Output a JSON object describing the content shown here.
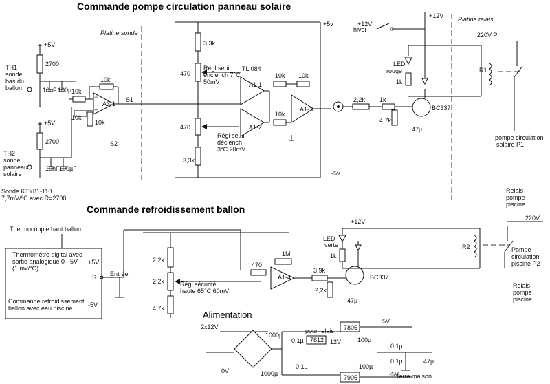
{
  "titles": {
    "main": "Commande pompe circulation panneau solaire",
    "cooling": "Commande refroidissement ballon",
    "power": "Alimentation"
  },
  "boards": {
    "sensor": "Platine sonde",
    "relay": "Platine relais"
  },
  "rails": {
    "p5": "+5V",
    "p5b": "+5V",
    "p5v": "+5v",
    "m5v": "-5v",
    "p12": "+12V",
    "p12b": "+12V",
    "p12w": "+12V"
  },
  "sensor_th1": {
    "title": "TH1",
    "l2": "sonde",
    "l3": "bas du",
    "l4": "ballon"
  },
  "sensor_th2": {
    "title": "TH2",
    "l2": "sonde",
    "l3": "panneau",
    "l4": "solaire"
  },
  "sensor_note": {
    "l1": "Sonde KTY81-110",
    "l2": "7,7mV/°C avec R=2700"
  },
  "components": {
    "r2700a": "2700",
    "r2700b": "2700",
    "c10na": "10nF",
    "c100ua": "100µ",
    "c10nb": "10nF",
    "c100ub": "100µF",
    "r10k1": "10k",
    "r10k2": "10k",
    "r10k3": "10k",
    "r10k4": "10k",
    "a3": "A3-1",
    "s1": "S1",
    "s2": "S2",
    "r33ka": "3,3k",
    "r470a": "470",
    "r470b": "470",
    "r33kb": "3,3k",
    "tl084": "TL 084",
    "a11": "A1-1",
    "a12": "A1-2",
    "a13": "A1-3",
    "r10k5": "10k",
    "r10k6": "10k",
    "r10k7": "10k",
    "r22k": "2,2k",
    "r1k": "1k",
    "r47k": "4,7k",
    "c47u": "47µ",
    "bc337": "BC337",
    "ledr": "LED",
    "ledr2": "rouge",
    "r1kled": "1k",
    "relay1": "R1",
    "hiver": "hiver",
    "ph220": "220V Ph",
    "pump1a": "pompe circulation",
    "pump1b": "solaire P1"
  },
  "thresholds": {
    "on1": "Régl seuil",
    "on2": "enclench 7°C",
    "on3": "50mV",
    "off1": "Régl seuil",
    "off2": "déclench",
    "off3": "3°C 20mV"
  },
  "cooling": {
    "thermo_label": "Thermocouple haut ballon",
    "disp1": "Thermomètre digital avec",
    "disp2": "sortie analogique 0 - 5V",
    "disp3": "(1 mv/°C)",
    "cmd1": "Commande refroidissement",
    "cmd2": "ballon avec eau piscine",
    "p5v": "+5V",
    "s": "S",
    "m5v": "-5V",
    "entree": "Entrée",
    "r22ka": "2,2k",
    "r22kb": "2,2k",
    "r47k": "4,7k",
    "sec1": "Régl sécurité",
    "sec2": "haute 65°C 60mV",
    "r470": "470",
    "r1m": "1M",
    "a14": "A1-4",
    "r39k": "3,9k",
    "r22kc": "2,2k",
    "c47u": "47µ",
    "bc337": "BC337",
    "ledv": "LED",
    "ledv2": "verte",
    "r1k": "1k",
    "relay2": "R2",
    "rp1": "Relais",
    "rp2": "pompe",
    "rp3": "piscine",
    "v220": "220V",
    "pp1": "Pompe",
    "pp2": "circulation",
    "pp3": "piscine P2",
    "rp4": "Relais",
    "rp5": "pompe",
    "rp6": "piscine"
  },
  "power": {
    "in": "2x12V",
    "zero": "0V",
    "c1000a": "1000µ",
    "c01a": "0,1µ",
    "c1000b": "1000µ",
    "c01b": "0,1µ",
    "forrelay": "pour relais",
    "reg7812": "7812",
    "out12": "12V",
    "reg7805": "7805",
    "reg7905": "7905",
    "c100a": "100µ",
    "c01c": "0,1µ",
    "c100b": "100µ",
    "c01d": "0,1µ",
    "v5": "5V",
    "m5": "-5V",
    "c47": "47µ",
    "earth": "Terre maison"
  }
}
